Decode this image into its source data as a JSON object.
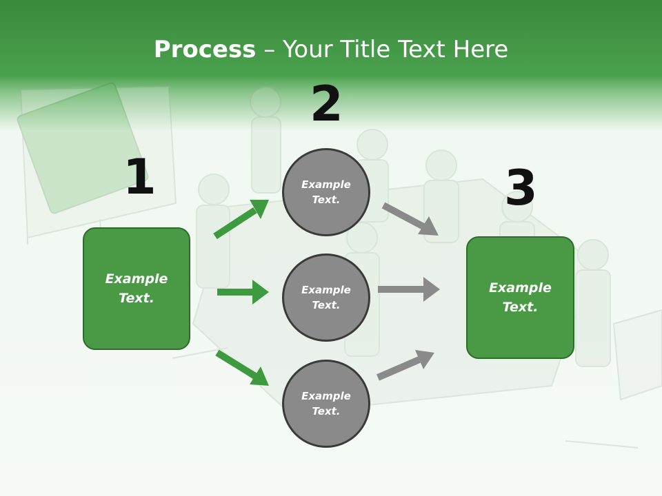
{
  "title": {
    "bold": "Process",
    "rest": " – Your Title Text Here"
  },
  "steps": [
    {
      "number": "1",
      "text_line1": "Example",
      "text_line2": "Text."
    },
    {
      "number": "2"
    },
    {
      "number": "3",
      "text_line1": "Example",
      "text_line2": "Text."
    }
  ],
  "circles": [
    {
      "line1": "Example",
      "line2": "Text."
    },
    {
      "line1": "Example",
      "line2": "Text."
    },
    {
      "line1": "Example",
      "line2": "Text."
    }
  ],
  "colors": {
    "green_arrow": "#3e9a3e",
    "gray_arrow": "#8a8a8a",
    "box_fill": "#4a9a45",
    "circle_fill": "#8a8a8a"
  }
}
